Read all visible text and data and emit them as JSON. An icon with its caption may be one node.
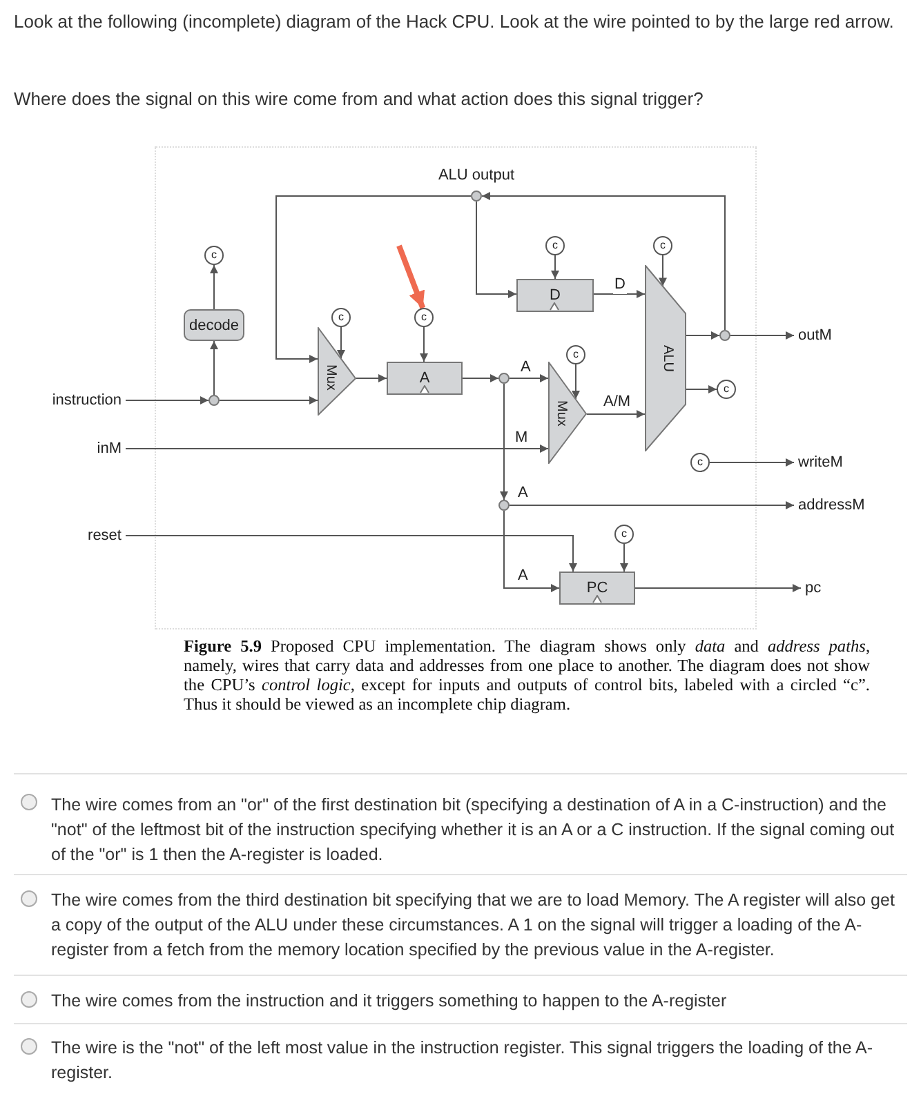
{
  "diagram": {
    "caption": "**Figure 5.9** Proposed CPU implementation. The diagram shows only *data* and *address paths*, namely, wires that carry data and addresses from one place to another. The diagram does not show the CPU’s *control logic*, except for inputs and outputs of control bits, labeled with a circled “c”. Thus it should be viewed as an incomplete chip diagram.",
    "nodes": [
      {
        "text": [
          "instruction"
        ]
      },
      {
        "text": [
          "inM"
        ]
      },
      {
        "text": [
          "reset"
        ]
      },
      {
        "text": [
          "decode"
        ]
      },
      {
        "text": [
          "c"
        ]
      },
      {
        "text": [
          "Mux"
        ]
      },
      {
        "text": [
          "c"
        ]
      },
      {
        "text": [
          "A"
        ]
      },
      {
        "text": [
          "c"
        ]
      },
      {
        "text": [
          "D"
        ]
      },
      {
        "text": [
          "c"
        ]
      },
      {
        "text": [
          "Mux"
        ]
      },
      {
        "text": [
          "c"
        ]
      },
      {
        "text": [
          "ALU"
        ]
      },
      {
        "text": [
          "c"
        ]
      },
      {
        "text": [
          "c"
        ]
      },
      {
        "text": [
          "c"
        ]
      },
      {
        "text": [
          "PC"
        ]
      },
      {
        "text": [
          "c"
        ]
      },
      {
        "text": [
          "outM"
        ]
      },
      {
        "text": [
          "writeM"
        ]
      },
      {
        "text": [
          "addressM"
        ]
      },
      {
        "text": [
          "pc"
        ]
      },
      {
        "text": [],
        "shape": "circle"
      },
      {
        "text": [],
        "shape": "circle",
        "beside": [
          "ALU output"
        ]
      },
      {
        "text": [],
        "shape": "circle"
      },
      {
        "text": [],
        "shape": "circle"
      },
      {
        "text": [],
        "shape": "circle"
      }
    ],
    "edges": [
      {
        "from": 0,
        "to": 23,
        "arrow": "to"
      },
      {
        "from": 23,
        "to": 3,
        "arrow": "to"
      },
      {
        "from": 23,
        "to": 5,
        "arrow": "to"
      },
      {
        "from": 3,
        "to": 4,
        "arrow": "to"
      },
      {
        "from": 6,
        "to": 5,
        "arrow": "to"
      },
      {
        "from": 5,
        "to": 7,
        "arrow": "to"
      },
      {
        "from": 8,
        "to": 7,
        "arrow": "to"
      },
      {
        "from": 7,
        "to": 25,
        "arrow": "to"
      },
      {
        "from": 25,
        "to": 11,
        "arrow": "to",
        "label": "A"
      },
      {
        "from": 25,
        "to": 26,
        "arrow": "to"
      },
      {
        "from": 1,
        "to": 11,
        "arrow": "to",
        "label": "M"
      },
      {
        "from": 26,
        "to": 21,
        "arrow": "to",
        "label": "A"
      },
      {
        "from": 26,
        "to": 17,
        "arrow": "to",
        "label": "A"
      },
      {
        "from": 2,
        "to": 17,
        "arrow": "to"
      },
      {
        "from": 18,
        "to": 17,
        "arrow": "to"
      },
      {
        "from": 17,
        "to": 22,
        "arrow": "to"
      },
      {
        "from": 10,
        "to": 9,
        "arrow": "to"
      },
      {
        "from": 24,
        "to": 9,
        "arrow": "to"
      },
      {
        "from": 24,
        "to": 5,
        "arrow": "to"
      },
      {
        "from": 9,
        "to": 13,
        "arrow": "to",
        "label": "D"
      },
      {
        "from": 12,
        "to": 11,
        "arrow": "to"
      },
      {
        "from": 11,
        "to": 13,
        "arrow": "to",
        "label": "A/M"
      },
      {
        "from": 14,
        "to": 13,
        "arrow": "to"
      },
      {
        "from": 13,
        "to": 27,
        "arrow": "to"
      },
      {
        "from": 27,
        "to": 19,
        "arrow": "to"
      },
      {
        "from": 27,
        "to": 24,
        "arrow": "to"
      },
      {
        "from": 13,
        "to": 15,
        "arrow": "to"
      },
      {
        "from": 16,
        "to": 20,
        "arrow": "to"
      },
      {
        "from": null,
        "to": 8,
        "arrow": "to",
        "style": "thick",
        "color": "#ef6a50"
      }
    ],
    "labels": [
      "Look at the following (incomplete) diagram of the Hack CPU. Look at the wire pointed to by the large red arrow.",
      "Where does the signal on this wire come from and what action does this signal trigger?",
      "The wire comes from an \"or\" of the first destination bit (specifying a destination of A in a C-instruction) and the \"not\" of the leftmost bit of the instruction specifying whether it is an A or a C instruction. If the signal coming out of the \"or\" is 1 then the A-register is loaded.",
      "The wire comes from the third destination bit specifying that we are to load Memory. The A register will also get a copy of the output of the ALU under these circumstances. A 1 on the signal will trigger a loading of the A-register from a fetch from the memory location specified by the previous value in the A-register.",
      "The wire comes from the instruction and it triggers something to happen to the A-register",
      "The wire is the \"not\" of the left most value in the instruction register. This signal triggers the loading of the A-register."
    ]
  }
}
